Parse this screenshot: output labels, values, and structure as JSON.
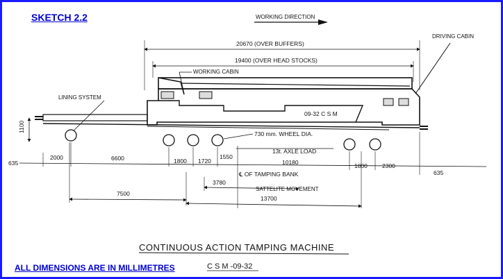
{
  "sketch_title": "SKETCH 2.2",
  "dimensions_note": "ALL DIMENSIONS ARE IN MILLIMETRES",
  "labels": {
    "working_direction": "WORKING DIRECTION",
    "driving_cabin": "DRIVING CABIN",
    "over_buffers": "20670 (OVER BUFFERS)",
    "over_head_stocks": "19400 (OVER HEAD STOCKS)",
    "working_cabin": "WORKING CABIN",
    "lining_system": "LINING SYSTEM",
    "machine_id": "09-32 C S M",
    "wheel_dia": "730 mm. WHEEL DIA.",
    "axle_load": "13t. AXLE LOAD",
    "tamping_bank": "℄ OF TAMPING BANK",
    "sattelite_movement": "SATTELITE MOVEMENT",
    "height_1100": "1100",
    "main_title": "CONTINUOUS ACTION TAMPING MACHINE",
    "model_code": "C S M -09-32"
  },
  "dimensions": {
    "d635_left": "635",
    "d2000": "2000",
    "d6600": "6600",
    "d1800_a": "1800",
    "d1720": "1720",
    "d1550": "1550",
    "d10180": "10180",
    "d1800_b": "1800",
    "d2300": "2300",
    "d635_right": "635",
    "d3780": "3780",
    "d7500": "7500",
    "d13700": "13700"
  }
}
